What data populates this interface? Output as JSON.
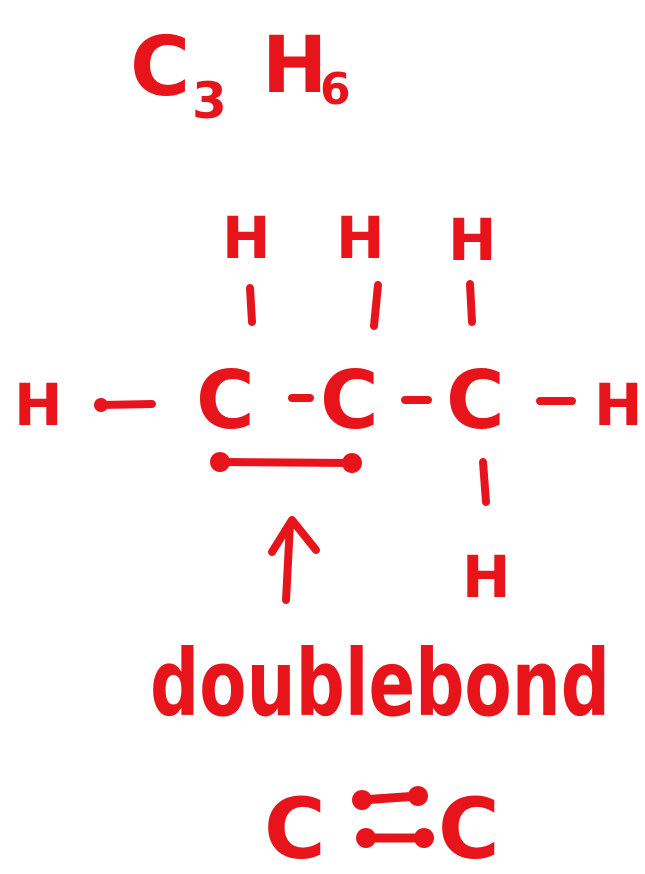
{
  "ink_color": "#e8141c",
  "formula": {
    "element_c": "C",
    "subscript_c": "3",
    "element_h": "H",
    "subscript_h": "6"
  },
  "structure": {
    "carbon_symbol": "C",
    "hydrogen_symbol": "H",
    "single_bond": "-"
  },
  "annotation": {
    "label": "doublebond"
  },
  "double_bond_example": {
    "left_atom": "C",
    "right_atom": "C"
  }
}
